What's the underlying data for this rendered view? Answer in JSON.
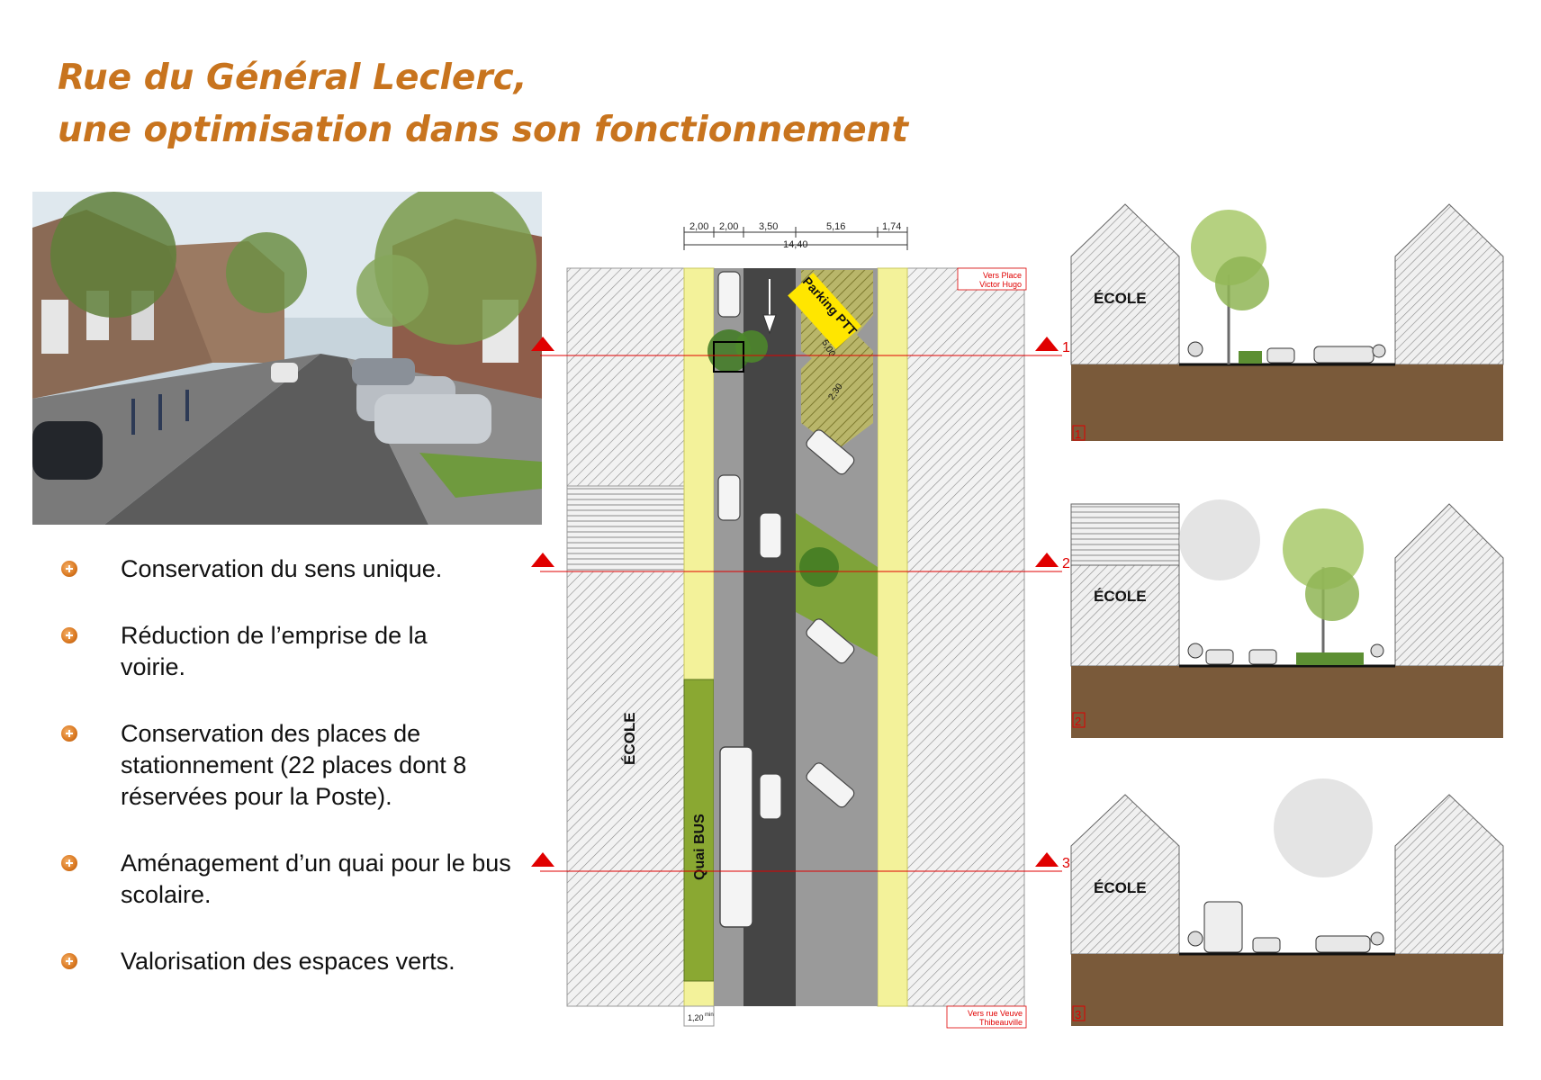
{
  "title": {
    "line1": "Rue du Général Leclerc,",
    "line2": "une optimisation dans son fonctionnement"
  },
  "bullets": [
    "Conservation du sens unique.",
    "Réduction de l’emprise de la voirie.",
    "Conservation des places de stationnement (22 places dont 8 réservées pour la Poste).",
    "Aménagement d’un quai pour le bus scolaire.",
    "Valorisation des espaces verts."
  ],
  "plan": {
    "dims": [
      "2,00",
      "2,00",
      "3,50",
      "5,16",
      "1,74"
    ],
    "total": "14,40",
    "parking_label": "Parking PTT",
    "dim_500": "5,00",
    "dim_230": "2,30",
    "ecole": "ÉCOLE",
    "quai_bus": "Quai BUS",
    "top_note_1": "Vers Place",
    "top_note_2": "Victor Hugo",
    "bottom_note_1": "Vers rue Veuve",
    "bottom_note_2": "Thibeauville",
    "dim_120": "1,20",
    "dim_120_unit": "min",
    "markers": [
      "1",
      "2",
      "3"
    ]
  },
  "sections": [
    {
      "label": "ÉCOLE",
      "number": "1"
    },
    {
      "label": "ÉCOLE",
      "number": "2"
    },
    {
      "label": "ÉCOLE",
      "number": "3"
    }
  ],
  "colors": {
    "title": "#c8741e",
    "section_line": "#e00000",
    "sidewalk": "#f3f29a",
    "asphalt": "#4a4a4a",
    "parking": "#9a9a9a",
    "green": "#8aa832",
    "ground": "#7a5a3a"
  }
}
